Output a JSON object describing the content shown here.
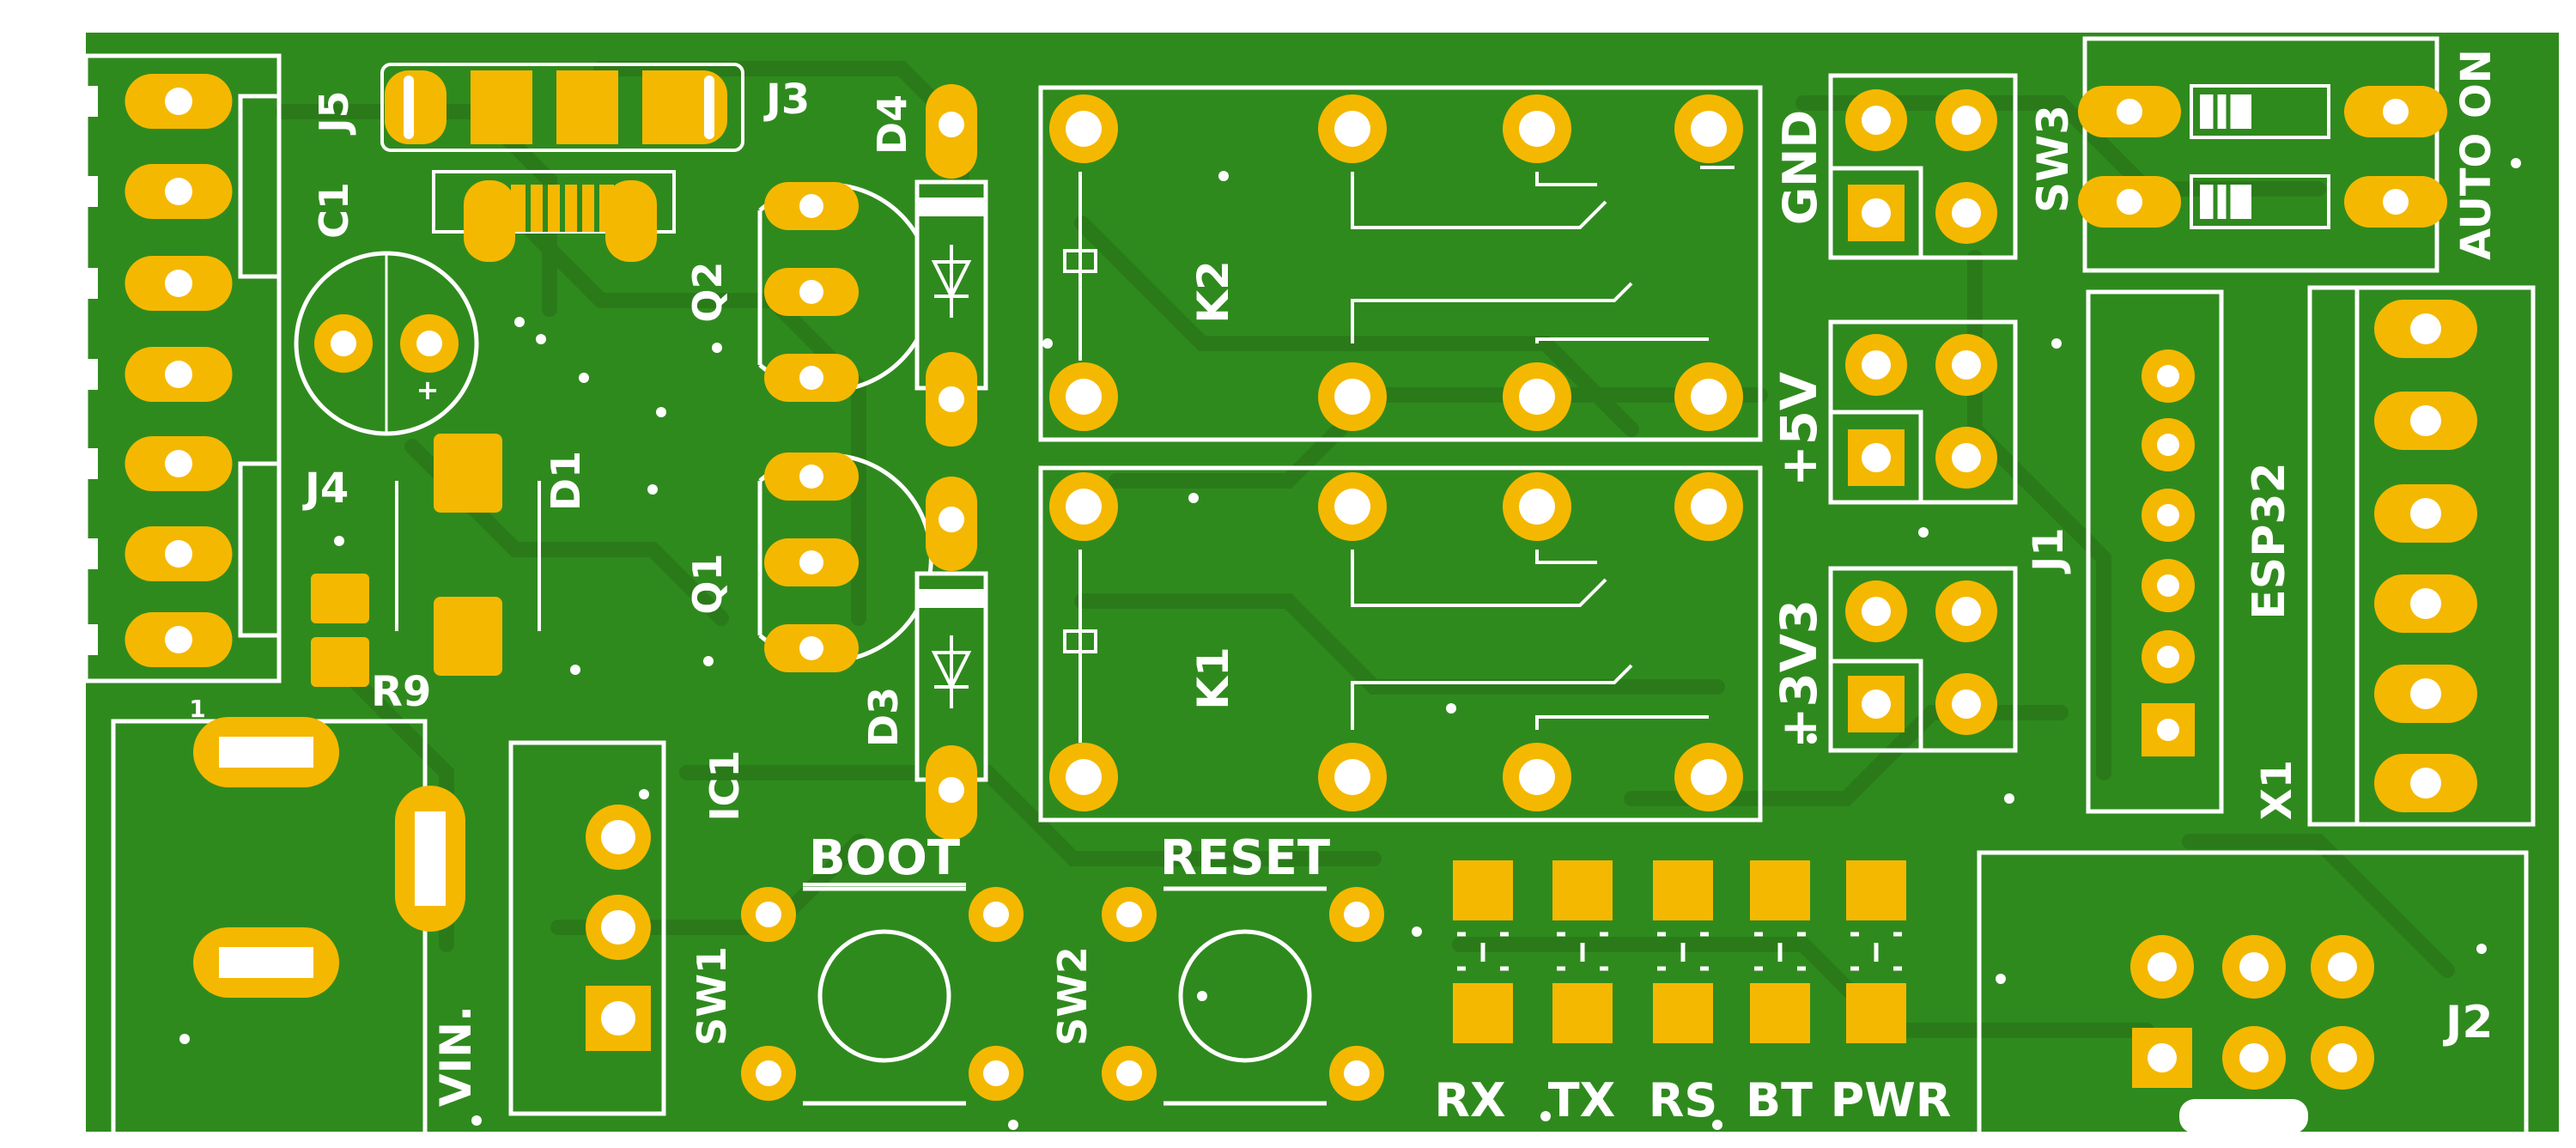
{
  "board": {
    "colors": {
      "background": "#ffffff",
      "board": "#2f8a1e",
      "track": "#2a7a1a",
      "silkscreen": "#ffffff",
      "copper_pad": "#f5b800",
      "drill": "#ffffff"
    }
  },
  "labels": {
    "j5": "J5",
    "j3": "J3",
    "d4": "D4",
    "c1": "C1",
    "q2": "Q2",
    "k2": "K2",
    "gnd": "GND",
    "sw3": "SW3",
    "auto_on": "AUTO ON",
    "j4": "J4",
    "d1": "D1",
    "plus5v": "+5V",
    "j1": "J1",
    "esp32": "ESP32",
    "q1": "Q1",
    "k1": "K1",
    "plus3v3": "+3V3",
    "r9": "R9",
    "d3": "D3",
    "ic1": "IC1",
    "x1": "X1",
    "boot": "BOOT",
    "reset": "RESET",
    "sw1": "SW1",
    "sw2": "SW2",
    "vin": "VIN.",
    "j2": "J2",
    "rx": "RX",
    "tx": "TX",
    "rs": "RS",
    "bt": "BT",
    "pwr": "PWR",
    "plus_mark": "+",
    "pin1_mark": "1"
  }
}
